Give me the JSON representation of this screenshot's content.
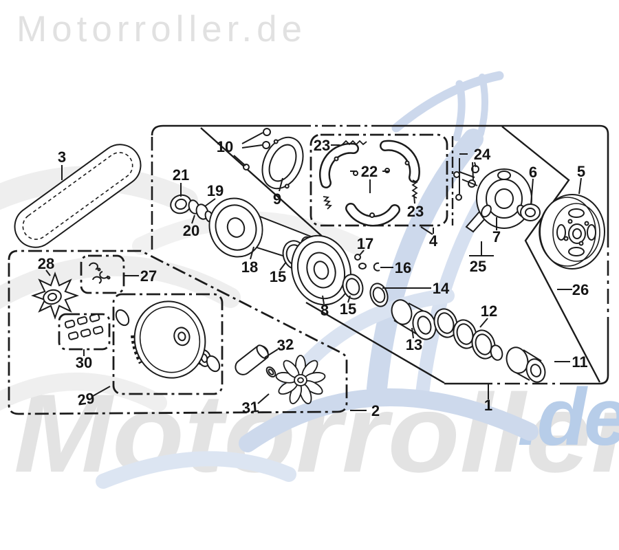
{
  "watermarks": {
    "top_left": "Motorroller.de",
    "bottom": "Motorroller",
    "bottom_right": ".de"
  },
  "colors": {
    "line": "#1b1b1b",
    "watermark_gray": "#e3e3e3",
    "watermark_blue": "#cdd9ec",
    "watermark_blue_text": "#b7cde9"
  },
  "diagram_type": "exploded-parts-diagram",
  "subject": "scooter CVT variator and clutch assembly",
  "labels": [
    {
      "text": "1"
    },
    {
      "text": "2"
    },
    {
      "text": "3"
    },
    {
      "text": "4"
    },
    {
      "text": "5"
    },
    {
      "text": "6"
    },
    {
      "text": "7"
    },
    {
      "text": "8"
    },
    {
      "text": "9"
    },
    {
      "text": "10"
    },
    {
      "text": "11"
    },
    {
      "text": "12"
    },
    {
      "text": "13"
    },
    {
      "text": "14"
    },
    {
      "text": "15"
    },
    {
      "text": "15"
    },
    {
      "text": "16"
    },
    {
      "text": "17"
    },
    {
      "text": "18"
    },
    {
      "text": "19"
    },
    {
      "text": "20"
    },
    {
      "text": "21"
    },
    {
      "text": "22"
    },
    {
      "text": "23"
    },
    {
      "text": "23"
    },
    {
      "text": "24"
    },
    {
      "text": "25"
    },
    {
      "text": "26"
    },
    {
      "text": "27"
    },
    {
      "text": "28"
    },
    {
      "text": "29"
    },
    {
      "text": "30"
    },
    {
      "text": "31"
    },
    {
      "text": "32"
    }
  ]
}
